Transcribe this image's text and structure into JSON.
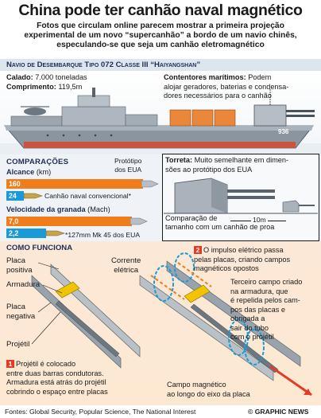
{
  "header": {
    "title": "China pode ter canhão naval magnético",
    "subtitle_1": "Fotos que circulam online parecem mostrar a primeira projeção",
    "subtitle_2": "experimental de um novo “supercanhão” a bordo de um navio chinês,",
    "subtitle_3": "especulando-se que seja um canhão eletromagnético"
  },
  "ship": {
    "name": "Navio de Desembarque Tipo 072 Classe III “Haiyangshan”",
    "calado_label": "Calado:",
    "calado_value": "7.000 toneladas",
    "comprimento_label": "Comprimento:",
    "comprimento_value": "119,5m",
    "containers_title": "Contentores marítimos:",
    "containers_text_1": "Podem",
    "containers_text_2": "alojar geradores, baterias e condensa-",
    "containers_text_3": "dores necessários para o canhão",
    "hull_number": "936"
  },
  "comparisons": {
    "title": "Comparações",
    "prototype_label_1": "Protótipo",
    "prototype_label_2": "dos EUA",
    "alcance_label": "Alcance",
    "alcance_unit": "(km)",
    "alcance_bar_1": "160",
    "alcance_bar_2": "24",
    "conventional_label": "Canhão naval convencional*",
    "velocidade_label": "Velocidade da granada",
    "velocidade_unit": "(Mach)",
    "vel_bar_1": "7,0",
    "vel_bar_2": "2,2",
    "footnote": "*127mm Mk 45 dos EUA",
    "color_orange": "#f07c1a",
    "color_blue": "#1a9ad6",
    "alcance_values": [
      160,
      24
    ],
    "velocidade_values": [
      7.0,
      2.2
    ]
  },
  "turret": {
    "title": "Torreta:",
    "text_1": "Muito semelhante em dimen-",
    "text_2": "sões ao protótipo dos EUA",
    "compare_1": "Comparação de",
    "compare_2": "tamanho com um",
    "compare_3": "canhão de proa",
    "scale": "10m"
  },
  "how": {
    "title": "Como Funciona",
    "placa_positiva_1": "Placa",
    "placa_positiva_2": "positiva",
    "armadura": "Armadura",
    "placa_negativa_1": "Placa",
    "placa_negativa_2": "negativa",
    "projetil": "Projétil",
    "corrente_1": "Corrente",
    "corrente_2": "elétrica",
    "step1_num": "1",
    "step1_1": "Projétil é colocado",
    "step1_2": "entre duas barras condutoras.",
    "step1_3": "Armadura está atrás do projétil",
    "step1_4": "cobrindo o espaço entre placas",
    "step2_num": "2",
    "step2_1": "O impulso elétrico passa",
    "step2_2": "pelas placas, criando campos",
    "step2_3": "magnéticos opostos",
    "third_1": "Terceiro campo criado",
    "third_2": "na armadura, que",
    "third_3": "é repelida pelos cam-",
    "third_4": "pos das placas e",
    "third_5": "obrigada a",
    "third_6": "sair do tubo",
    "third_7": "com o projétil",
    "campo_1": "Campo magnético",
    "campo_2": "ao longo do eixo da placa"
  },
  "footer": {
    "sources": "Fontes: Global Security, Popular Science, The National Interest",
    "brand": "© GRAPHIC NEWS"
  }
}
